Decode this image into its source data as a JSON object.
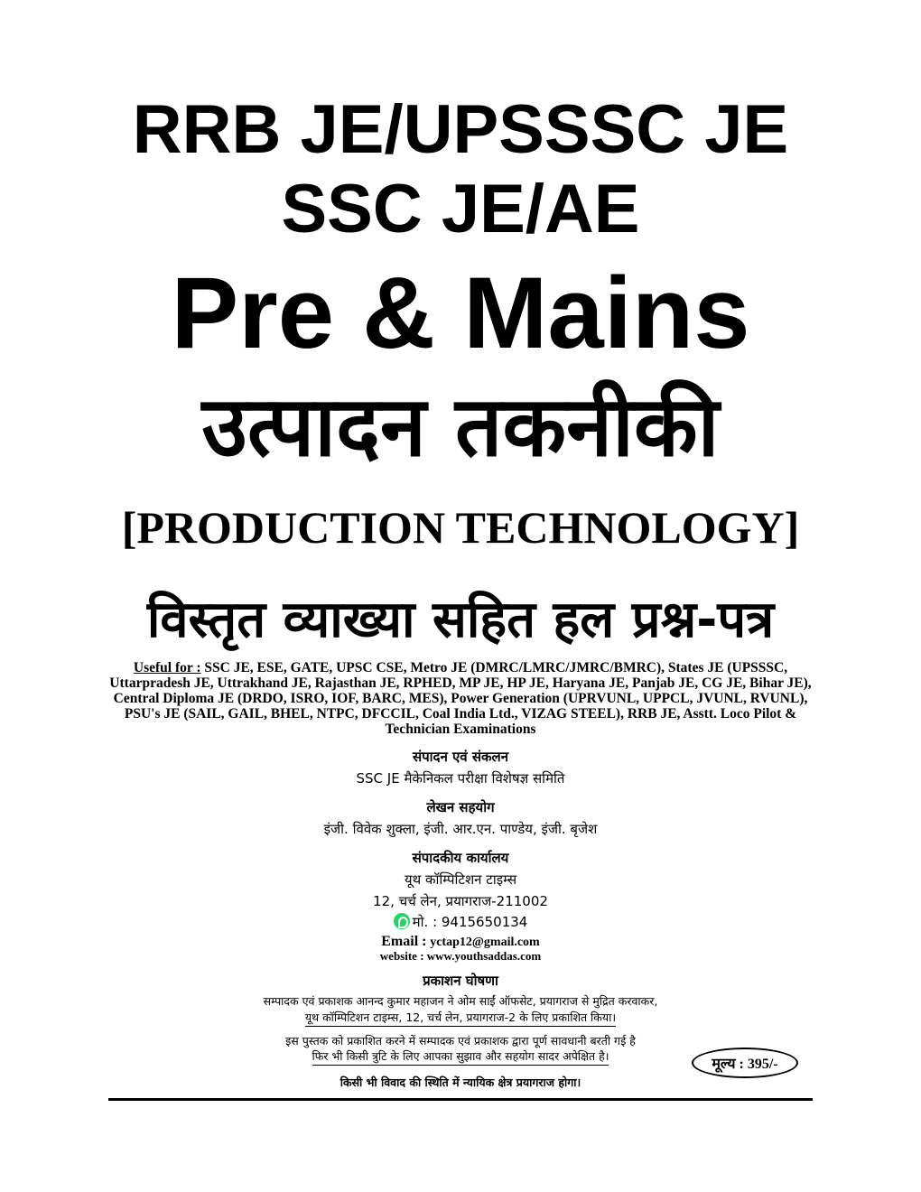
{
  "title": {
    "line1": "RRB JE/UPSSSC JE",
    "line2": "SSC JE/AE",
    "line3": "Pre & Mains",
    "line4": "उत्पादन तकनीकी",
    "line5": "[PRODUCTION TECHNOLOGY]",
    "line6": "विस्तृत व्याख्या सहित हल प्रश्न-पत्र"
  },
  "useful": {
    "label": "Useful for :",
    "text": " SSC JE, ESE, GATE, UPSC CSE, Metro JE (DMRC/LMRC/JMRC/BMRC), States JE (UPSSSC, Uttarpradesh JE, Uttrakhand JE, Rajasthan JE, RPHED, MP JE, HP JE, Haryana JE, Panjab JE, CG JE, Bihar JE), Central Diploma JE (DRDO, ISRO, IOF, BARC, MES), Power Generation (UPRVUNL, UPPCL, JVUNL, RVUNL), PSU's JE (SAIL, GAIL, BHEL, NTPC, DFCCIL, Coal India Ltd., VIZAG STEEL), RRB JE, Asstt. Loco Pilot & Technician Examinations"
  },
  "editing": {
    "heading": "संपादन एवं संकलन",
    "text": "SSC JE मैकेनिकल परीक्षा विशेषज्ञ समिति"
  },
  "writing": {
    "heading": "लेखन सहयोग",
    "text": "इंजी. विवेक शुक्ला, इंजी. आर.एन. पाण्डेय, इंजी. बृजेश"
  },
  "office": {
    "heading": "संपादकीय कार्यालय",
    "name": "यूथ कॉम्पिटिशन टाइम्स",
    "address": "12, चर्च लेन, प्रयागराज-211002",
    "phone": "मो. : 9415650134",
    "email_label": "Email :",
    "email": "yctap12@gmail.com",
    "website": "website : www.youthsaddas.com"
  },
  "publication": {
    "heading": "प्रकाशन घोषणा",
    "line1": "सम्पादक एवं प्रकाशक आनन्द कुमार महाजन ने ओम साईं ऑफसेट, प्रयागराज से मुद्रित करवाकर,",
    "line2": "यूथ कॉम्पिटिशन टाइम्स, 12, चर्च लेन, प्रयागराज-2 के लिए प्रकाशित किया।",
    "line3": "इस पुस्तक को प्रकाशित करने में सम्पादक एवं प्रकाशक द्वारा पूर्ण सावधानी बरती गई है",
    "line4": "फिर भी किसी त्रुटि के लिए आपका सुझाव और सहयोग सादर अपेक्षित है।",
    "line5": "किसी भी विवाद की स्थिति में न्यायिक क्षेत्र प्रयागराज होगा।"
  },
  "price": "मूल्य : 395/-",
  "icons": {
    "phone": "whatsapp-icon"
  },
  "colors": {
    "whatsapp": "#25d366"
  }
}
